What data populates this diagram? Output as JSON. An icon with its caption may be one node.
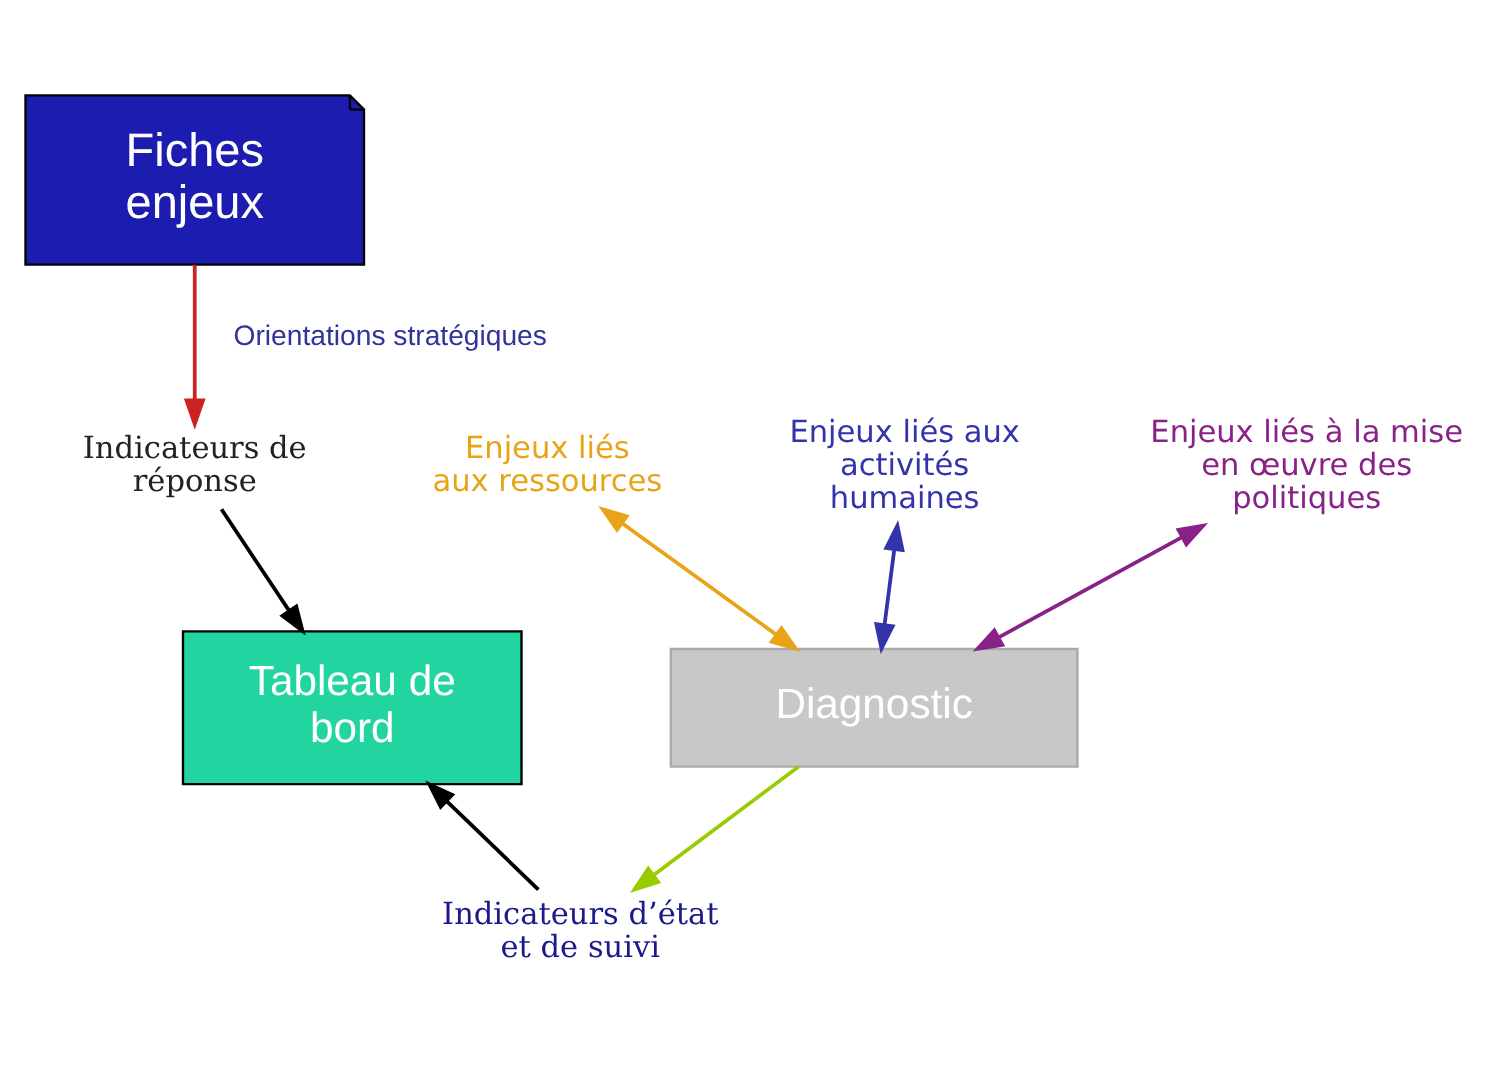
{
  "diagram": {
    "nodes": [
      {
        "text": [
          "Fiches enjeux"
        ]
      },
      {
        "text": [
          "Enjeux liés aux ressources"
        ]
      },
      {
        "text": [
          "Enjeux liés aux activités humaines"
        ]
      },
      {
        "text": [
          "Enjeux liés à la mise en œuvre des politiques"
        ]
      },
      {
        "text": [
          "Indicateurs de réponse"
        ]
      },
      {
        "text": [
          "Tableau de bord"
        ]
      },
      {
        "text": [
          "Diagnostic"
        ]
      },
      {
        "text": [
          "Indicateurs d’état et de suivi"
        ]
      }
    ],
    "edges": [
      {
        "from": 0,
        "to": 4,
        "arrow": "to",
        "label": "Orientations stratégiques",
        "color": "#cc2222"
      },
      {
        "from": 1,
        "to": 6,
        "arrow": "both",
        "color": "#e8a317"
      },
      {
        "from": 2,
        "to": 6,
        "arrow": "both",
        "color": "#3333aa"
      },
      {
        "from": 3,
        "to": 6,
        "arrow": "both",
        "color": "#882288"
      },
      {
        "from": 4,
        "to": 5,
        "arrow": "to",
        "color": "#000000"
      },
      {
        "from": 6,
        "to": 7,
        "arrow": "to",
        "color": "#99cc00"
      },
      {
        "from": 7,
        "to": 5,
        "arrow": "to",
        "color": "#000000"
      }
    ]
  }
}
